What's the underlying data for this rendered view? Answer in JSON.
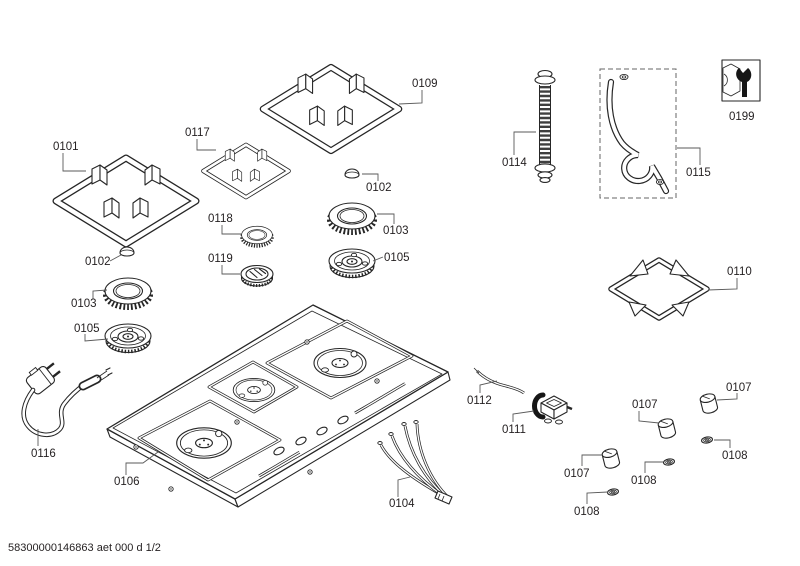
{
  "footer": {
    "document_code": "58300000146863 aet 000 d 1/2"
  },
  "colors": {
    "line": "#262626",
    "label": "#231f20",
    "background": "#ffffff"
  },
  "icons": {
    "box_0199": "wrench-and-nut-icon"
  },
  "callouts": [
    {
      "part": "0101"
    },
    {
      "part": "0117"
    },
    {
      "part": "0109"
    },
    {
      "part": "0102"
    },
    {
      "part": "0118"
    },
    {
      "part": "0103"
    },
    {
      "part": "0119"
    },
    {
      "part": "0105"
    },
    {
      "part": "0102"
    },
    {
      "part": "0103"
    },
    {
      "part": "0105"
    },
    {
      "part": "0114"
    },
    {
      "part": "0115"
    },
    {
      "part": "0199"
    },
    {
      "part": "0110"
    },
    {
      "part": "0112"
    },
    {
      "part": "0111"
    },
    {
      "part": "0107"
    },
    {
      "part": "0107"
    },
    {
      "part": "0108"
    },
    {
      "part": "0107"
    },
    {
      "part": "0108"
    },
    {
      "part": "0108"
    },
    {
      "part": "0116"
    },
    {
      "part": "0106"
    },
    {
      "part": "0104"
    }
  ]
}
